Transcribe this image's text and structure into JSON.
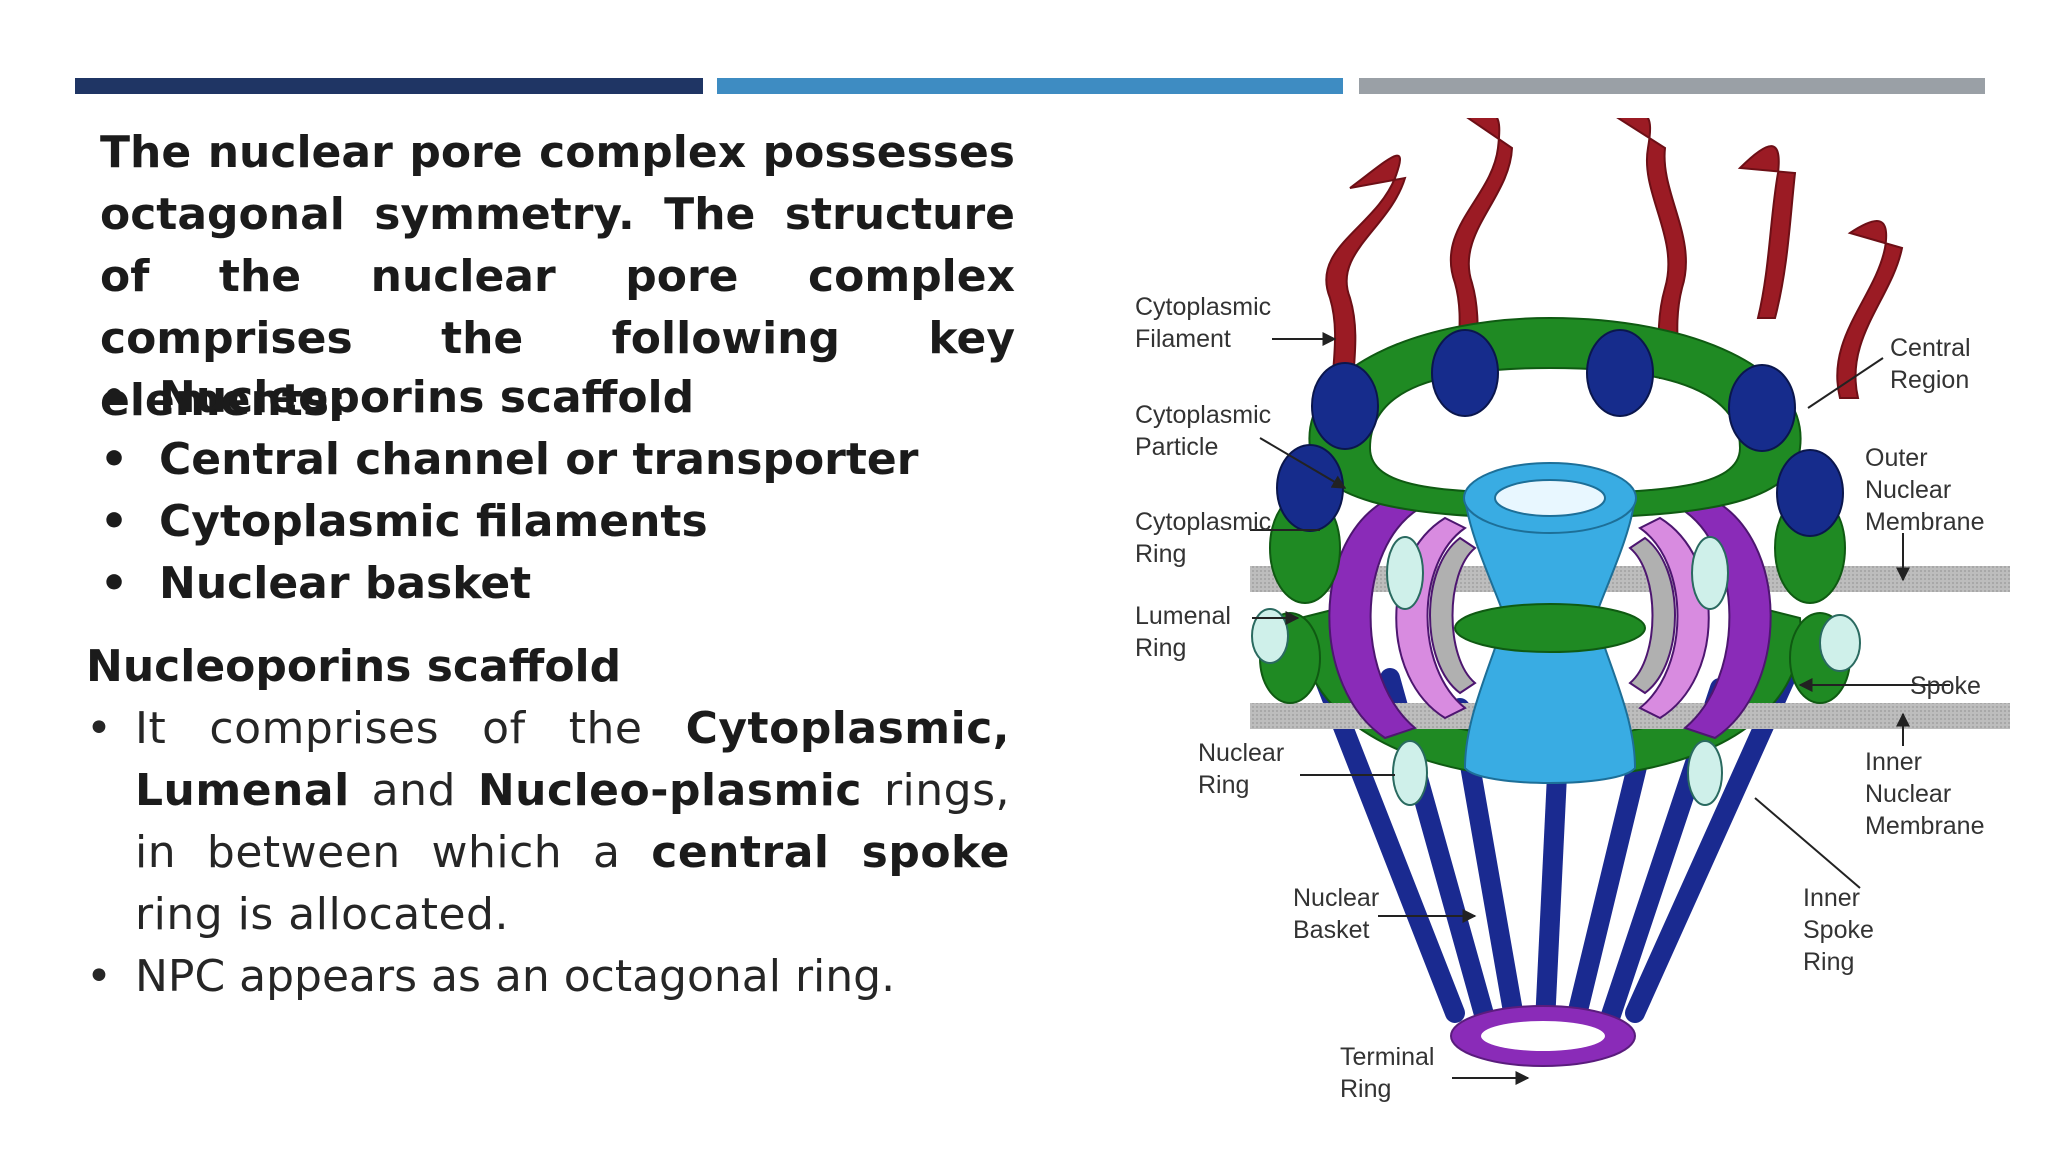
{
  "colors": {
    "bar_dark": "#1f3564",
    "bar_blue": "#3e8cc2",
    "bar_gray": "#9aa0a6",
    "membrane_gray": "#b5b5b5",
    "ring_green": "#1f8a23",
    "particle_navy": "#162c8c",
    "filament_red": "#9b1b24",
    "channel_blue": "#39ace3",
    "spoke_purple": "#8a2bb8",
    "spoke_light": "#d88be0",
    "lumen_pale": "#cff0ea",
    "basket_navy": "#1a2a90"
  },
  "intro": {
    "text": "The nuclear pore complex possesses octagonal symmetry. The structure of the nuclear pore complex comprises the following key elements:"
  },
  "key_elements": [
    {
      "label": "Nucleoporins scaffold"
    },
    {
      "label": "Central channel or transporter"
    },
    {
      "label": "Cytoplasmic filaments"
    },
    {
      "label": "Nuclear basket"
    }
  ],
  "section": {
    "heading": "Nucleoporins scaffold",
    "bullet1": {
      "t1": "It comprises of the ",
      "b1": "Cytoplasmic, Lumenal",
      "t2": " and ",
      "b2": "Nucleo-plasmic",
      "t3": " rings, in between which a ",
      "b3": "central spoke",
      "t4": " ring is allocated."
    },
    "bullet2": "NPC appears as an octagonal ring."
  },
  "diagram": {
    "labels": {
      "cyto_filament_1": "Cytoplasmic",
      "cyto_filament_2": "Filament",
      "cyto_particle_1": "Cytoplasmic",
      "cyto_particle_2": "Particle",
      "cyto_ring_1": "Cytoplasmic",
      "cyto_ring_2": "Ring",
      "lumenal_ring_1": "Lumenal",
      "lumenal_ring_2": "Ring",
      "nuclear_ring_1": "Nuclear",
      "nuclear_ring_2": "Ring",
      "nuclear_basket_1": "Nuclear",
      "nuclear_basket_2": "Basket",
      "terminal_ring_1": "Terminal",
      "terminal_ring_2": "Ring",
      "central_region_1": "Central",
      "central_region_2": "Region",
      "outer_membrane_1": "Outer",
      "outer_membrane_2": "Nuclear",
      "outer_membrane_3": "Membrane",
      "spoke": "Spoke",
      "inner_membrane_1": "Inner",
      "inner_membrane_2": "Nuclear",
      "inner_membrane_3": "Membrane",
      "inner_spoke_1": "Inner",
      "inner_spoke_2": "Spoke",
      "inner_spoke_3": "Ring"
    }
  }
}
